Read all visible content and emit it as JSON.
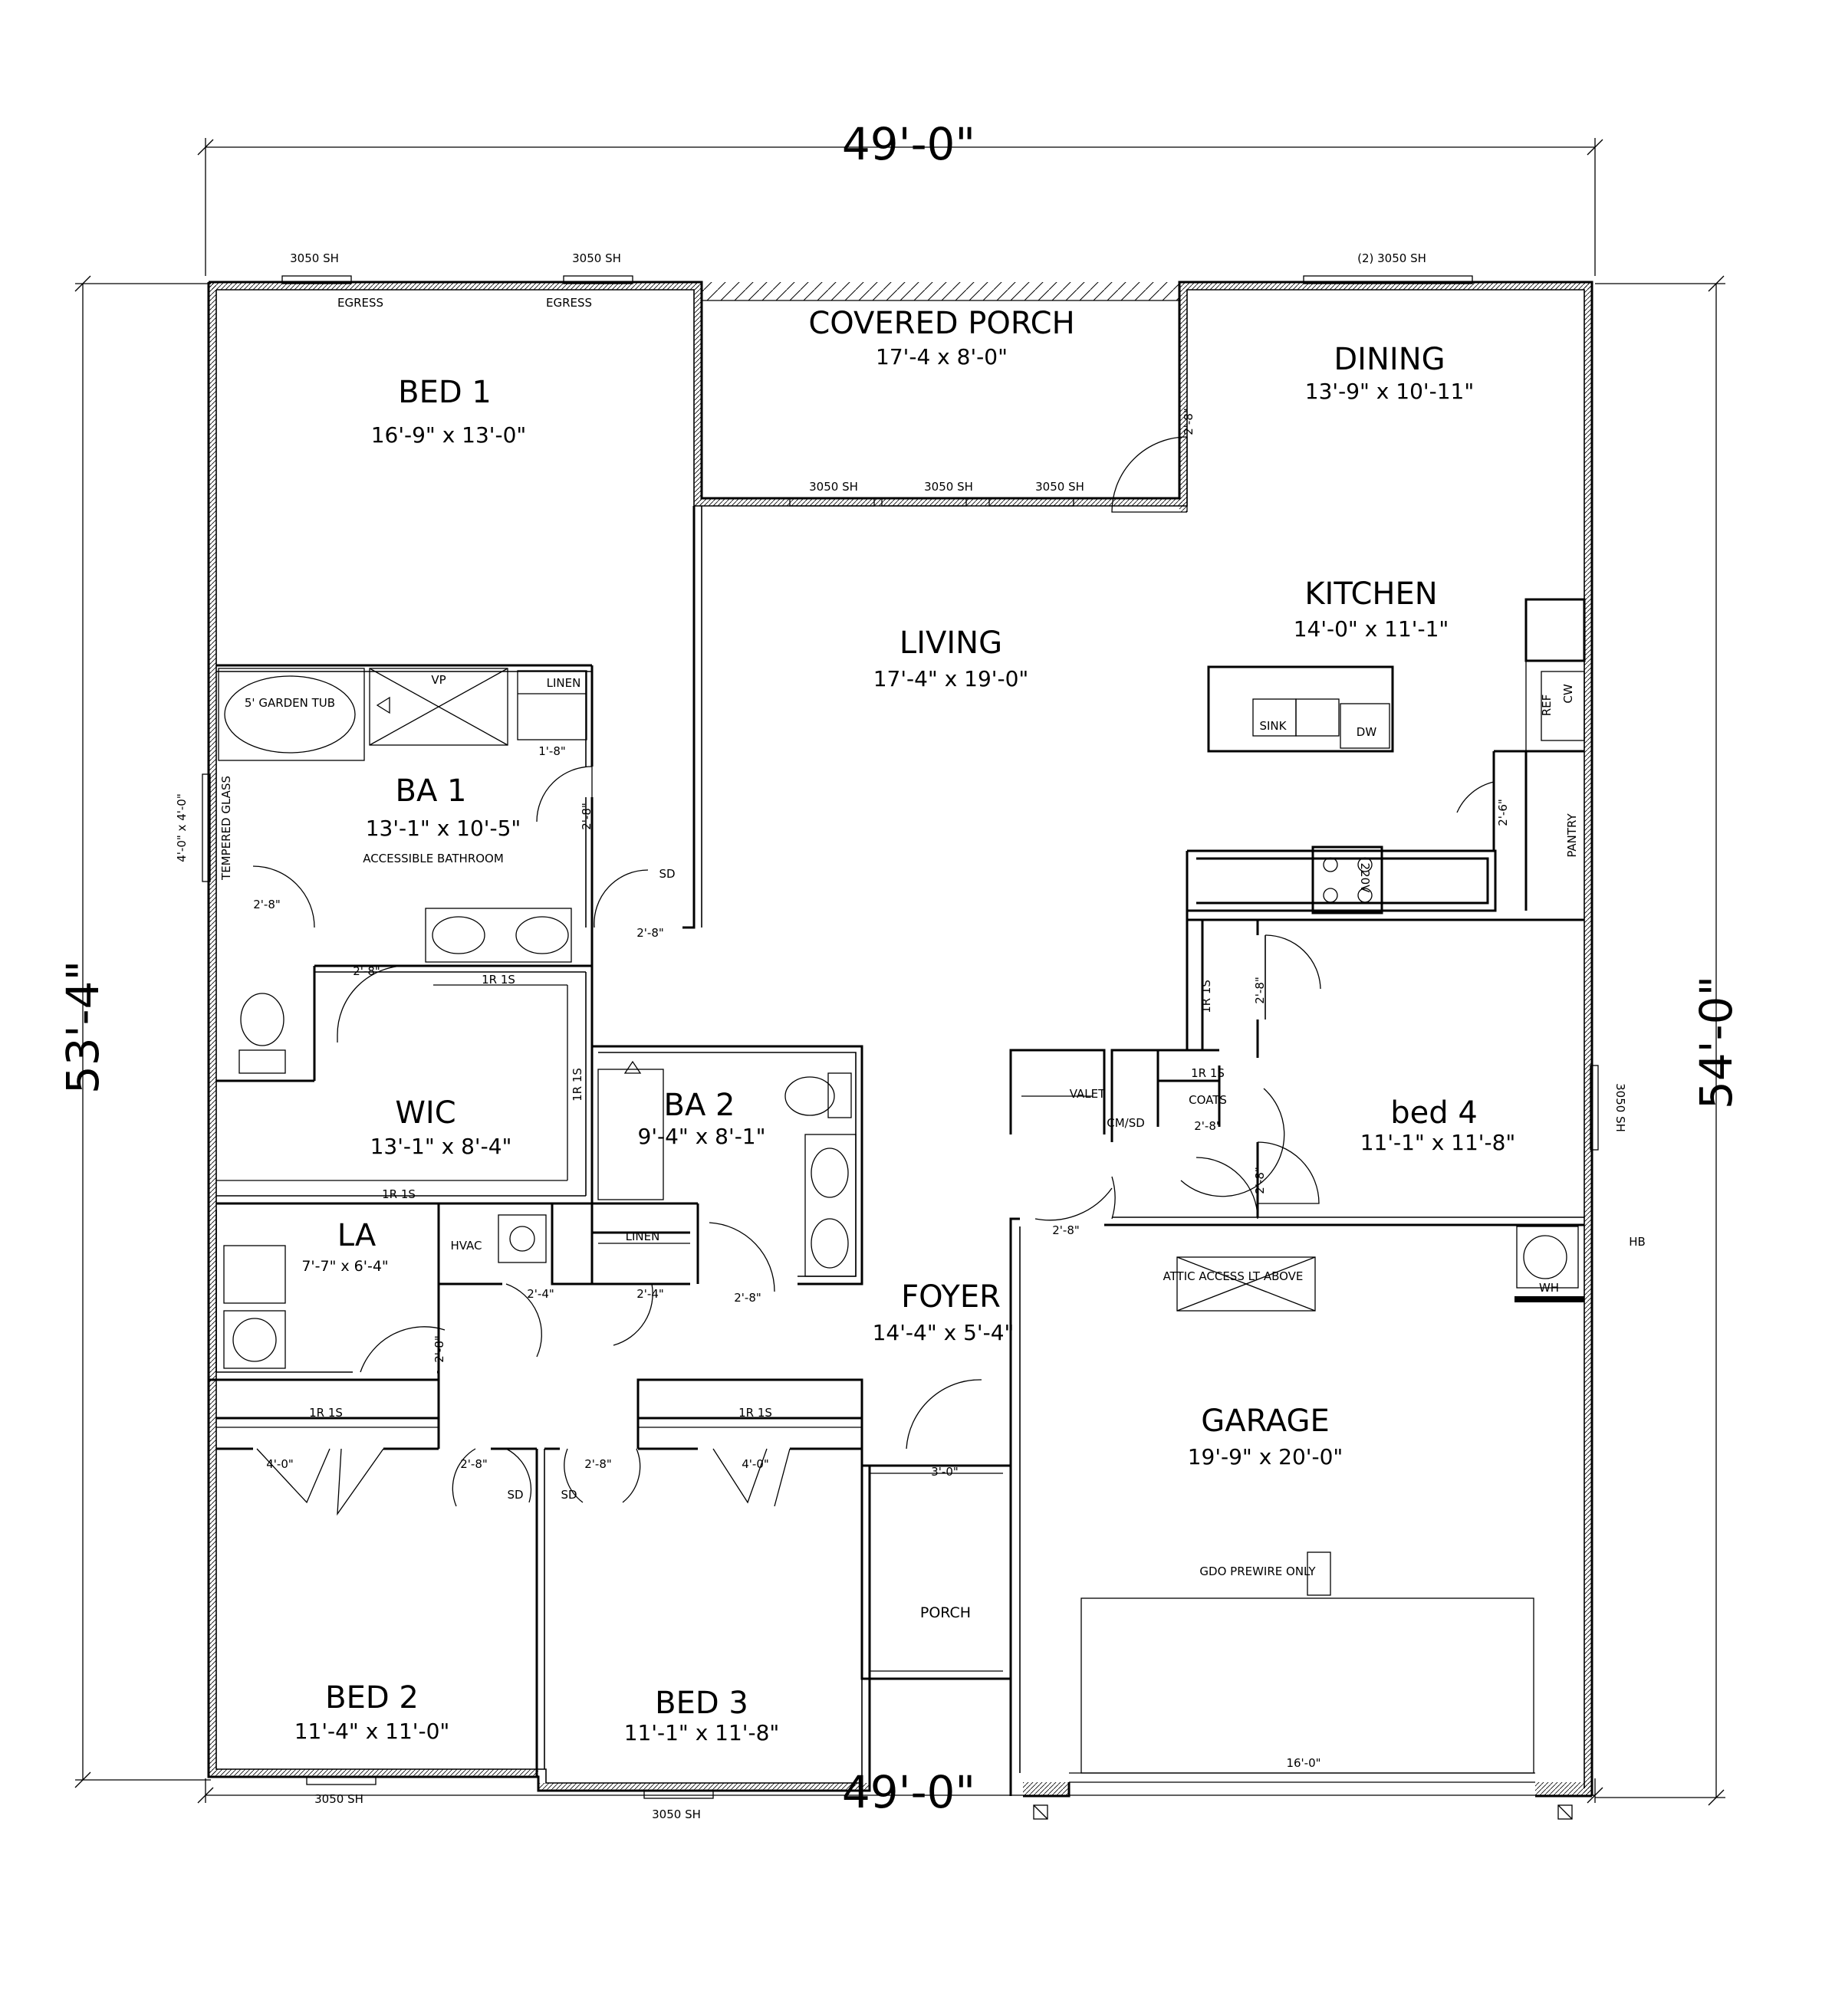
{
  "dimensions": {
    "top": "49'-0\"",
    "bottom": "49'-0\"",
    "left": "53'-4\"",
    "right": "54'-0\""
  },
  "rooms": {
    "bed1": {
      "name": "BED 1",
      "dims": "16'-9\" x 13'-0\""
    },
    "porch_cov": {
      "name": "COVERED PORCH",
      "dims": "17'-4 x 8'-0\""
    },
    "dining": {
      "name": "DINING",
      "dims": "13'-9\" x 10'-11\""
    },
    "kitchen": {
      "name": "KITCHEN",
      "dims": "14'-0\" x 11'-1\""
    },
    "living": {
      "name": "LIVING",
      "dims": "17'-4\" x 19'-0\""
    },
    "ba1": {
      "name": "BA 1",
      "dims": "13'-1\" x 10'-5\"",
      "note": "ACCESSIBLE BATHROOM"
    },
    "wic": {
      "name": "WIC",
      "dims": "13'-1\" x 8'-4\""
    },
    "ba2": {
      "name": "BA 2",
      "dims": "9'-4\" x 8'-1\""
    },
    "bed4": {
      "name": "bed 4",
      "dims": "11'-1\" x 11'-8\""
    },
    "la": {
      "name": "LA",
      "dims": "7'-7\" x 6'-4\""
    },
    "foyer": {
      "name": "FOYER",
      "dims": "14'-4\" x 5'-4\""
    },
    "garage": {
      "name": "GARAGE",
      "dims": "19'-9\" x 20'-0\""
    },
    "porch": {
      "name": "PORCH"
    },
    "bed2": {
      "name": "BED 2",
      "dims": "11'-4\" x 11'-0\""
    },
    "bed3": {
      "name": "BED 3",
      "dims": "11'-1\" x 11'-8\""
    }
  },
  "windows": {
    "w_bed1_a": "3050 SH",
    "w_bed1_b": "3050 SH",
    "w_dining": "(2) 3050 SH",
    "w_porch_a": "3050 SH",
    "w_porch_b": "3050 SH",
    "w_porch_c": "3050 SH",
    "w_bed4": "3050 SH",
    "w_bed2": "3050 SH",
    "w_bed3": "3050 SH",
    "w_ba1": "4'-0\" x 4'-0\"",
    "tempered": "TEMPERED GLASS"
  },
  "labels": {
    "egress": "EGRESS",
    "tub": "5' GARDEN TUB",
    "vp": "VP",
    "linen": "LINEN",
    "sd": "SD",
    "shelf": "1R 1S",
    "hvac": "HVAC",
    "valet": "VALET",
    "cmsd": "CM/SD",
    "coats": "COATS",
    "sink": "SINK",
    "dw": "DW",
    "ref": "REF",
    "cw": "CW",
    "pantry": "PANTRY",
    "range": "220V",
    "wh": "WH",
    "hb": "HB",
    "attic": "ATTIC ACCESS LT ABOVE",
    "gdo": "GDO PREWIRE ONLY",
    "garage_door": "16'-0\""
  },
  "doors": {
    "d28": "2'-8\"",
    "d18": "1'-8\"",
    "d26": "2'-6\"",
    "d24": "2'-4\"",
    "d40": "4'-0\"",
    "d30": "3'-0\""
  }
}
